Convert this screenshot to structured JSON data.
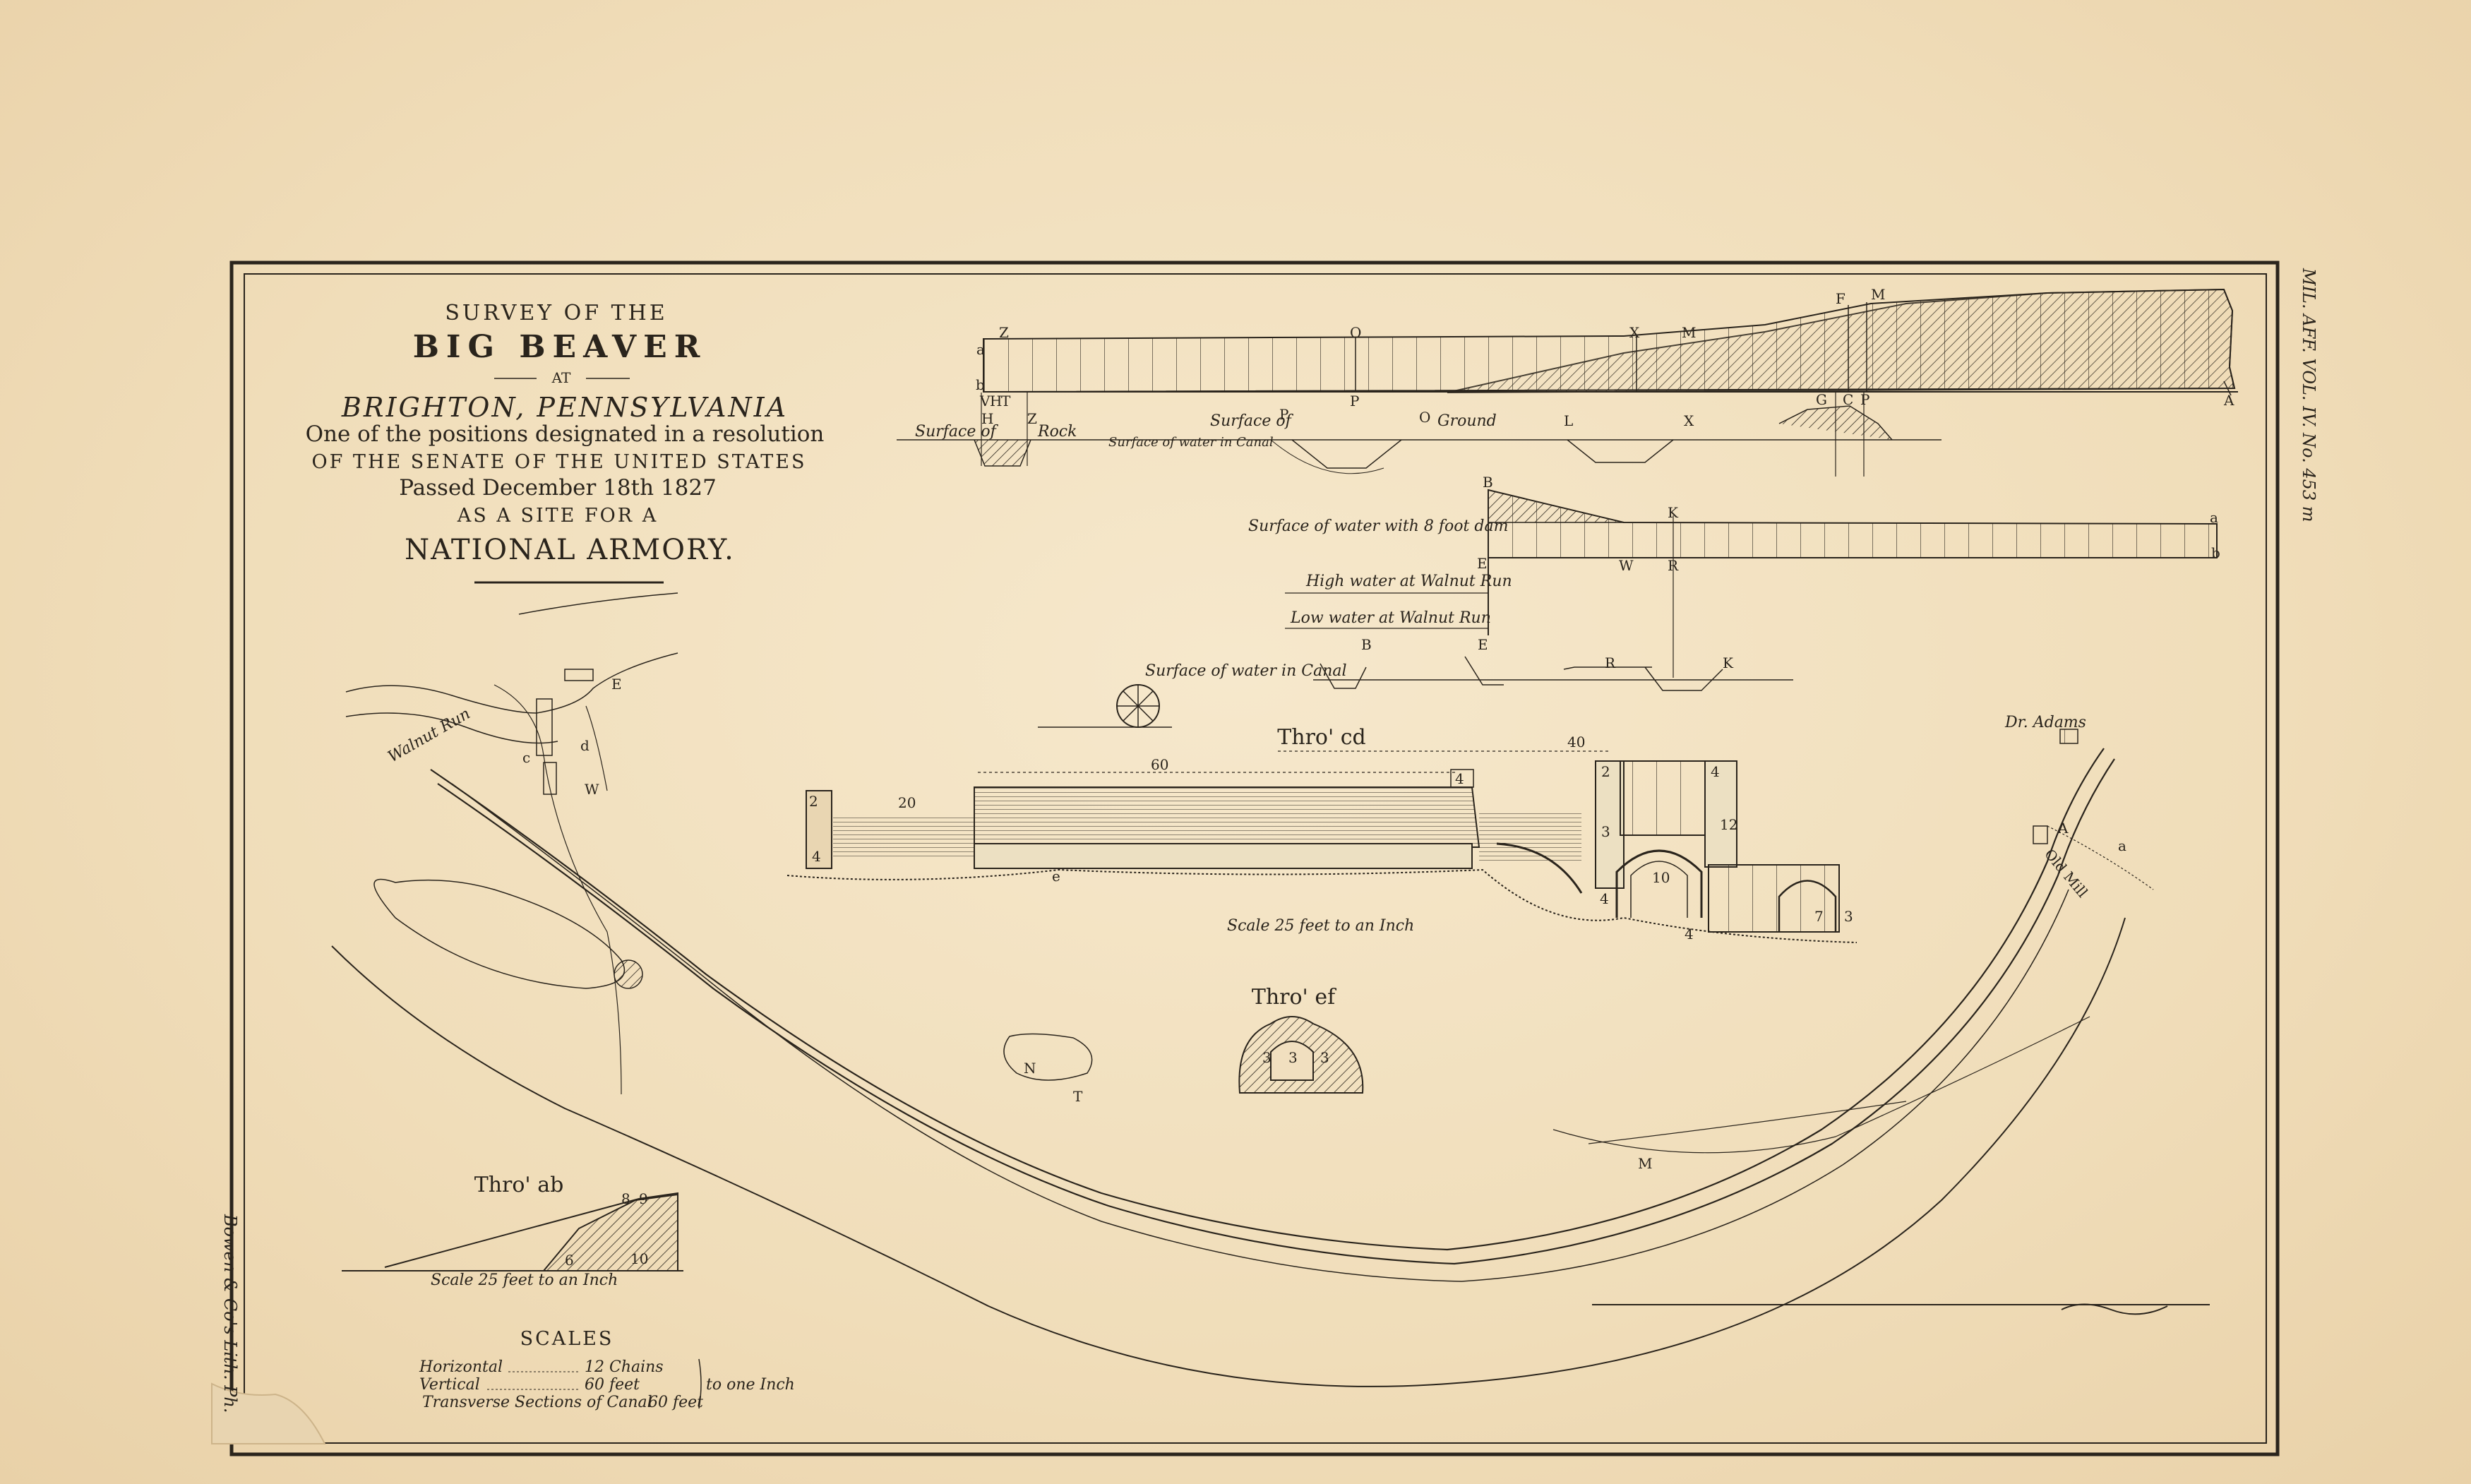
{
  "title": {
    "line1": "SURVEY OF THE",
    "line2": "BIG  BEAVER",
    "line3": "AT",
    "line4": "BRIGHTON, PENNSYLVANIA",
    "line5": "One of the positions designated in a resolution",
    "line6": "OF THE SENATE OF THE UNITED STATES",
    "line7": "Passed December 18th 1827",
    "line8": "AS A SITE FOR A",
    "line9": "NATIONAL ARMORY."
  },
  "marginal_note_right": "MIL. AFF. VOL. IV. No. 453 m",
  "marginal_note_left": "Bowen & Co's Lith. Ph.",
  "profile_top": {
    "letters": [
      "Z",
      "O",
      "X",
      "M",
      "F",
      "M",
      "a",
      "b",
      "V",
      "H",
      "T",
      "P",
      "O",
      "G",
      "C",
      "A",
      "H",
      "Z"
    ],
    "labels": {
      "surface_of": "Surface of",
      "rock": "Rock",
      "surface_of_2": "Surface of",
      "ground": "Ground",
      "water_in_canal": "Surface of water in Canal"
    },
    "section_letters": [
      "L",
      "X"
    ]
  },
  "profile_middle": {
    "dam_label": "Surface of water with 8 foot dam",
    "high_water": "High water at Walnut Run",
    "low_water": "Low water at Walnut Run",
    "canal_label": "Surface of water in Canal",
    "letters": [
      "B",
      "K",
      "E",
      "W",
      "R",
      "a",
      "b",
      "B",
      "E",
      "R",
      "K"
    ]
  },
  "section_cd": {
    "title": "Thro' cd",
    "scale": "Scale 25 feet to an Inch",
    "dims": [
      "60",
      "40",
      "20",
      "4",
      "2",
      "3",
      "12",
      "10",
      "4",
      "7",
      "2",
      "3"
    ]
  },
  "section_ef": {
    "title": "Thro' ef",
    "dims": [
      "3",
      "3",
      "3"
    ]
  },
  "section_ab": {
    "title": "Thro' ab",
    "scale": "Scale 25 feet to an Inch",
    "dims": [
      "8",
      "9",
      "6",
      "10"
    ]
  },
  "map_labels": {
    "walnut_run": "Walnut Run",
    "dr_adams": "Dr. Adams",
    "old_mill": "Old Mill",
    "letters": [
      "E",
      "d",
      "c",
      "W",
      "M",
      "N",
      "T",
      "A",
      "e"
    ]
  },
  "scales": {
    "heading": "SCALES",
    "horizontal_label": "Horizontal",
    "horizontal_value": "12 Chains",
    "vertical_label": "Vertical",
    "vertical_value": "60 feet",
    "transverse_label": "Transverse Sections of Canal",
    "transverse_value": "60 feet",
    "to_one_inch": "to one Inch"
  },
  "colors": {
    "paper": "#f1dfbf",
    "ink": "#2a241c"
  }
}
